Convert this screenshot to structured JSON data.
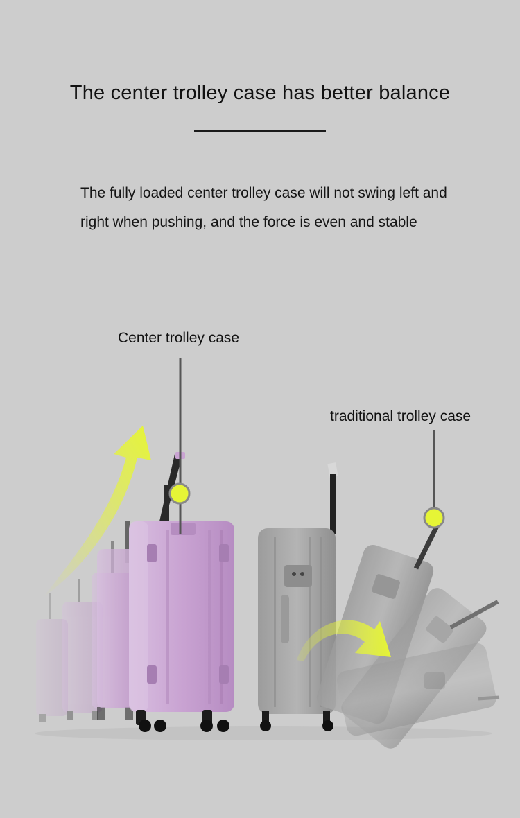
{
  "title": "The center trolley case has better balance",
  "description": "The fully loaded center trolley case will not swing left and right when pushing, and the force is even and stable",
  "labels": {
    "center": "Center trolley case",
    "traditional": "traditional trolley case"
  },
  "colors": {
    "background": "#cdcdcd",
    "accent_yellow": "#e6f536",
    "suitcase_purple": "#c7a3cf",
    "suitcase_gray": "#a7a7a7"
  },
  "icons": {
    "up_arrow": "curved-arrow-up-icon",
    "swing_arrow": "curved-arrow-right-icon",
    "pivot_dot": "pivot-dot-icon"
  }
}
